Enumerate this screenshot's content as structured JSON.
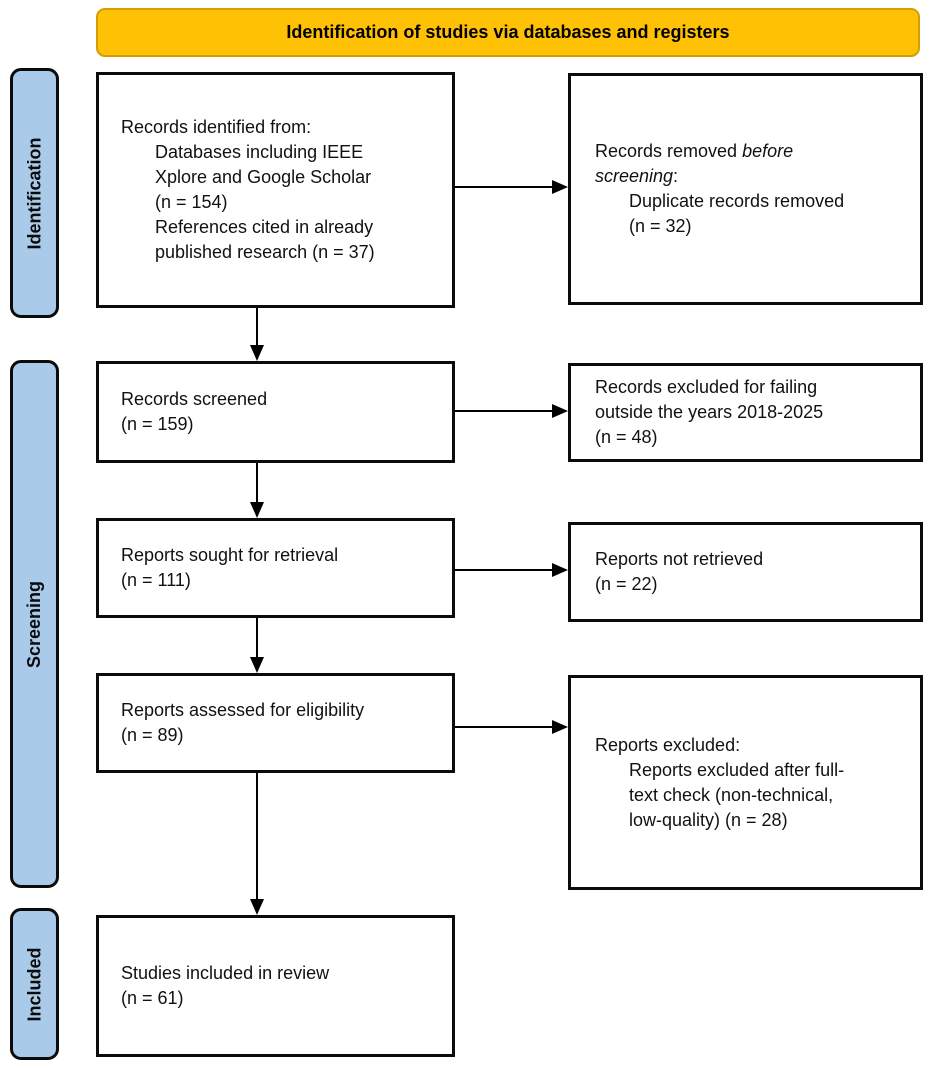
{
  "banner": {
    "title": "Identification of studies via databases and registers"
  },
  "stages": [
    {
      "label": "Identification"
    },
    {
      "label": "Screening"
    },
    {
      "label": "Included"
    }
  ],
  "boxes": {
    "records_identified": {
      "items": [
        {
          "text": "Records identified from:"
        },
        {
          "text": "Databases including IEEE Xplore and Google Scholar (n = 154)",
          "indent": true
        },
        {
          "text": "References cited in already published research (n = 37)",
          "indent": true
        }
      ]
    },
    "records_removed": {
      "items": [
        {
          "segments": [
            {
              "text": "Records removed "
            },
            {
              "text": "before screening",
              "italic": true
            },
            {
              "text": ":"
            }
          ]
        },
        {
          "text": "Duplicate records removed (n = 32)",
          "indent": true
        }
      ]
    },
    "records_screened": {
      "items": [
        {
          "text": "Records screened"
        },
        {
          "text": "(n = 159)"
        }
      ]
    },
    "records_excluded": {
      "items": [
        {
          "text": "Records excluded for failing outside the years 2018-2025"
        },
        {
          "text": "(n = 48)"
        }
      ]
    },
    "reports_sought": {
      "items": [
        {
          "text": "Reports sought for retrieval"
        },
        {
          "text": "(n = 111)"
        }
      ]
    },
    "reports_not_retrieved": {
      "items": [
        {
          "text": "Reports not retrieved"
        },
        {
          "text": "(n = 22)"
        }
      ]
    },
    "reports_assessed": {
      "items": [
        {
          "text": "Reports assessed for eligibility"
        },
        {
          "text": "(n = 89)"
        }
      ]
    },
    "reports_excluded": {
      "items": [
        {
          "text": "Reports excluded:"
        },
        {
          "text": "Reports excluded after full-text check (non-technical, low-quality) (n = 28)",
          "indent": true
        }
      ]
    },
    "studies_included": {
      "items": [
        {
          "text": "Studies included in review"
        },
        {
          "text": "(n = 61)"
        }
      ]
    }
  },
  "colors": {
    "banner_fill": "#FFC103",
    "banner_border": "#D49D02",
    "stage_fill": "#A9CBE9",
    "line_color": "#000000",
    "text_color": "#111111"
  }
}
